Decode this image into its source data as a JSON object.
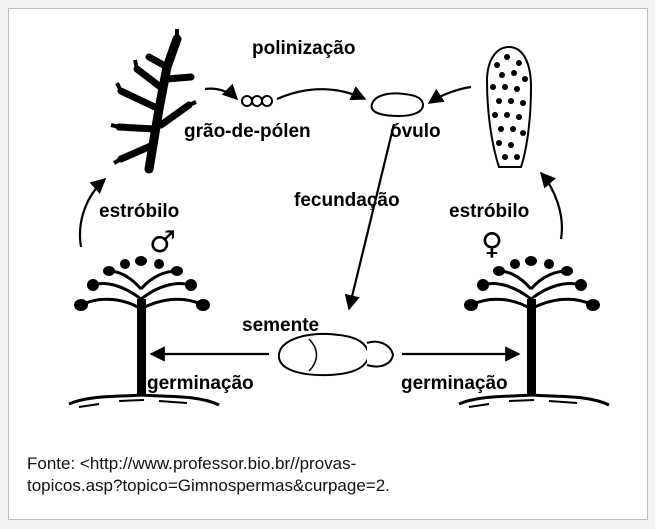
{
  "diagram": {
    "labels": {
      "pollination": "polinização",
      "pollen_grain": "grão-de-pólen",
      "ovule": "óvulo",
      "fertilization": "fecundação",
      "strobilus_male": "estróbilo",
      "strobilus_female": "estróbilo",
      "male_symbol": "♂",
      "female_symbol": "♀",
      "seed": "semente",
      "germination_left": "germinação",
      "germination_right": "germinação"
    }
  },
  "caption": {
    "line1": "Fonte: <http://www.professor.bio.br//provas-",
    "line2": "topicos.asp?topico=Gimnospermas&curpage=2."
  },
  "colors": {
    "ink": "#000000",
    "background": "#ffffff",
    "border": "#bdbdbd"
  }
}
